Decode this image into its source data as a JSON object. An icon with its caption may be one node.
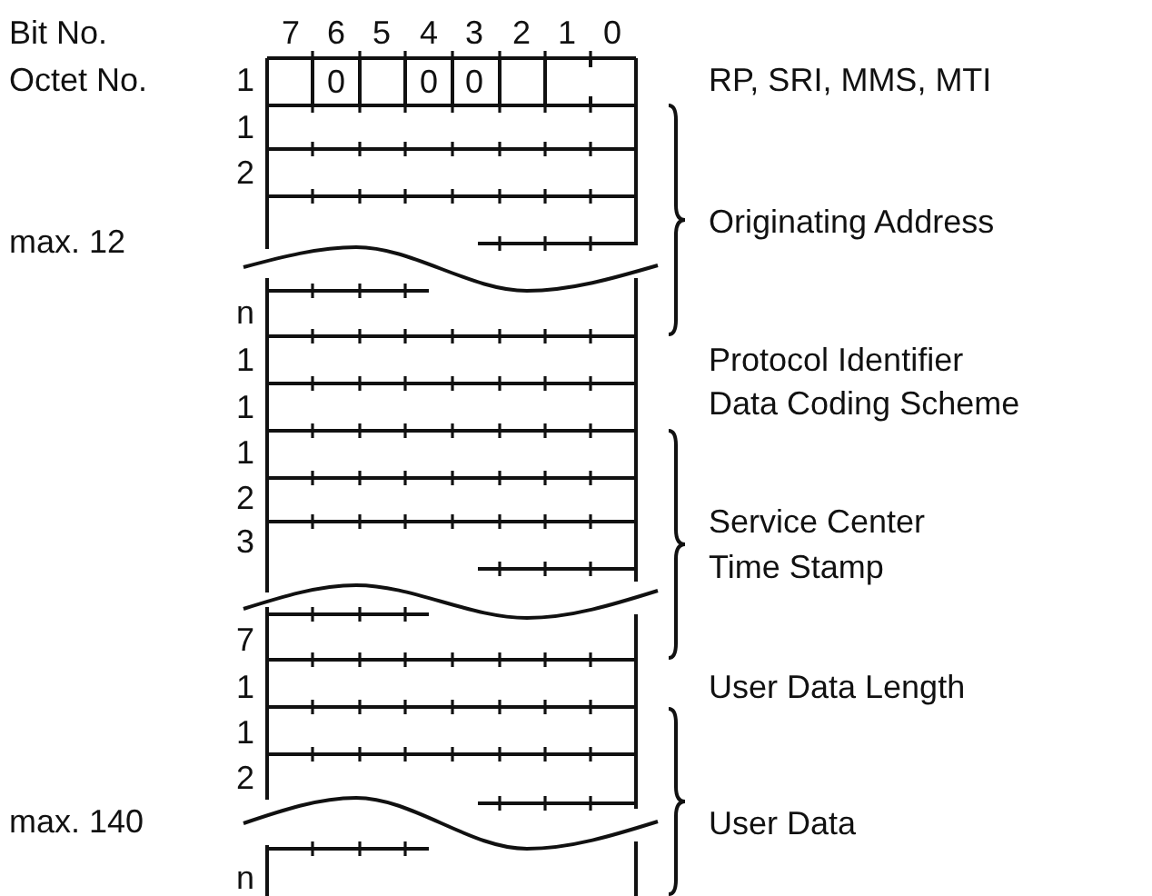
{
  "diagram": {
    "labels": [
      "Bit No.",
      "7",
      "6",
      "5",
      "4",
      "3",
      "2",
      "1",
      "0",
      "Octet No.",
      "1",
      "0",
      "0",
      "0",
      "RP, SRI, MMS, MTI",
      "1",
      "2",
      "Originating Address",
      "max. 12",
      "n",
      "1",
      "Protocol Identifier",
      "1",
      "Data Coding Scheme",
      "1",
      "2",
      "Service Center",
      "3",
      "Time Stamp",
      "7",
      "1",
      "User Data Length",
      "1",
      "2",
      "max. 140",
      "User Data",
      "n"
    ]
  }
}
